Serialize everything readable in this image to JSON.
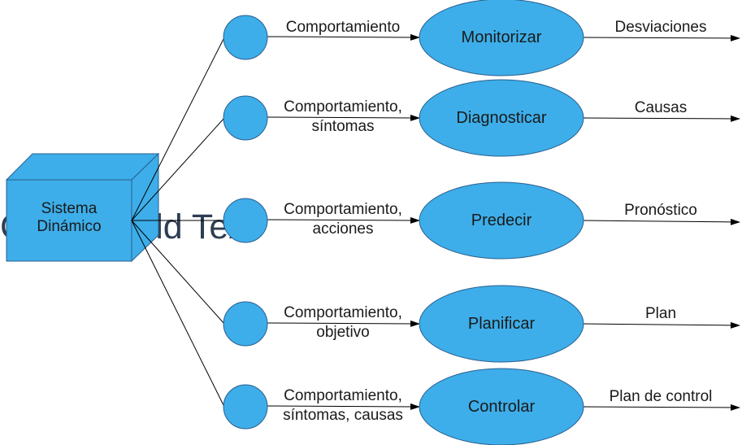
{
  "colors": {
    "fill": "#3daee9",
    "stroke": "#2a5f8f",
    "line": "#000000",
    "placeholder_text": "#2d3e52"
  },
  "placeholder_text": "Click to add Text",
  "system": {
    "label": "Sistema\nDinámico"
  },
  "rows": [
    {
      "input": "Comportamiento",
      "process": "Monitorizar",
      "output": "Desviaciones"
    },
    {
      "input": "Comportamiento,\nsíntomas",
      "process": "Diagnosticar",
      "output": "Causas"
    },
    {
      "input": "Comportamiento,\nacciones",
      "process": "Predecir",
      "output": "Pronóstico"
    },
    {
      "input": "Comportamiento,\nobjetivo",
      "process": "Planificar",
      "output": "Plan"
    },
    {
      "input": "Comportamiento,\nsíntomas, causas",
      "process": "Controlar",
      "output": "Plan de control"
    }
  ]
}
